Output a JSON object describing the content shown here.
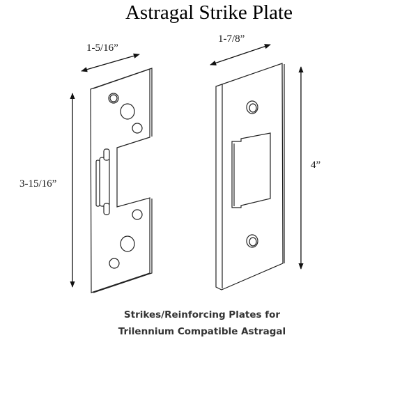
{
  "title": "Astragal Strike Plate",
  "dimensions": {
    "left_width": "1-5/16”",
    "left_height": "3-15/16”",
    "right_width": "1-7/8”",
    "right_height": "4”"
  },
  "caption": {
    "line1": "Strikes/Reinforcing Plates for",
    "line2": "Trilennium Compatible Astragal"
  }
}
